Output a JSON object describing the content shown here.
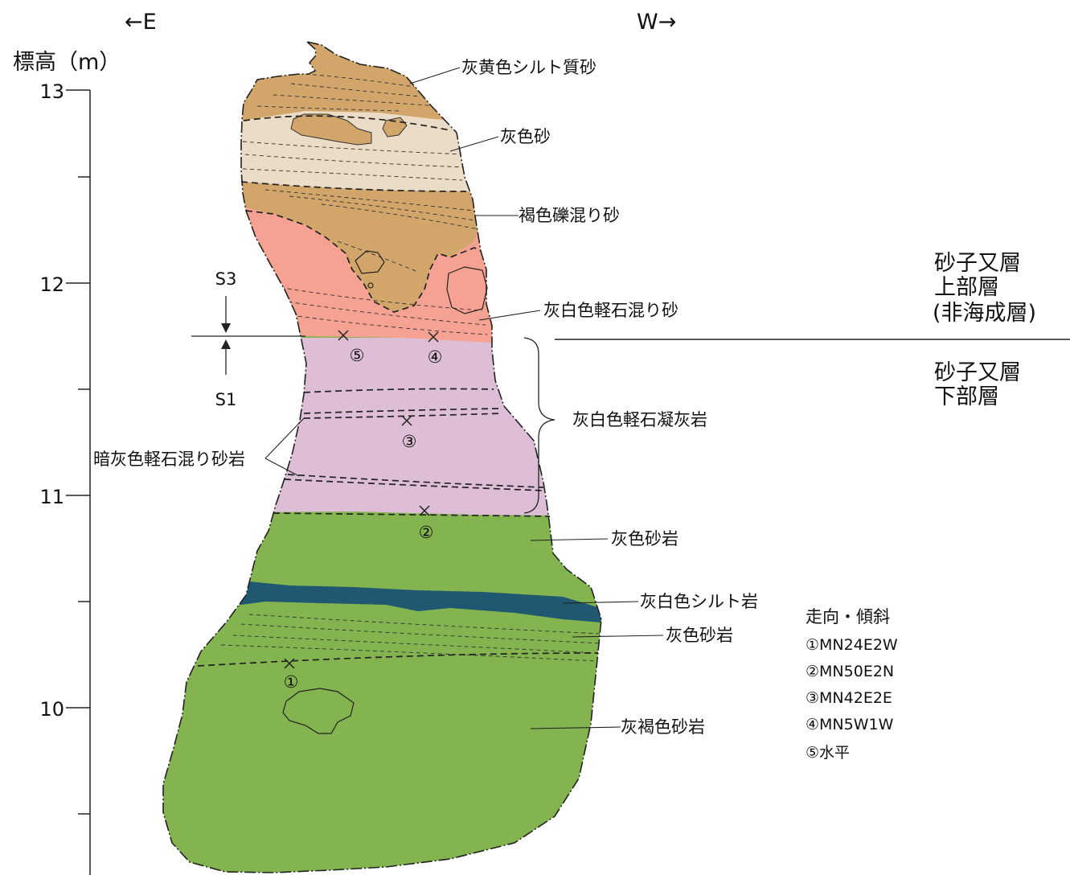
{
  "direction": {
    "east": "←E",
    "west": "W→"
  },
  "axis": {
    "label": "標高（m）",
    "ticks": [
      "13",
      "12",
      "11",
      "10"
    ]
  },
  "layers": {
    "l1": "灰黄色シルト質砂",
    "l2": "灰色砂",
    "l3": "褐色礫混り砂",
    "l4": "灰白色軽石混り砂",
    "l5": "灰白色軽石凝灰岩",
    "l6": "暗灰色軽石混り砂岩",
    "l7": "灰色砂岩",
    "l8": "灰白色シルト岩",
    "l9": "灰色砂岩",
    "l10": "灰褐色砂岩"
  },
  "units": {
    "upper_1": "砂子又層",
    "upper_2": "上部層",
    "upper_3": "(非海成層)",
    "lower_1": "砂子又層",
    "lower_2": "下部層"
  },
  "boundary": {
    "s3": "S3",
    "s1": "S1"
  },
  "points": {
    "p1": "①",
    "p2": "②",
    "p3": "③",
    "p4": "④",
    "p5": "⑤"
  },
  "legend": {
    "title": "走向・傾斜",
    "items": [
      "①MN24E2W",
      "②MN50E2N",
      "③MN42E2E",
      "④MN5W1W",
      "⑤水平"
    ]
  },
  "colors": {
    "tan": "#D2A66A",
    "beige": "#EADCC6",
    "salmon": "#F5A293",
    "lavender": "#DDBED6",
    "green": "#83B450",
    "teal": "#1F5870"
  }
}
